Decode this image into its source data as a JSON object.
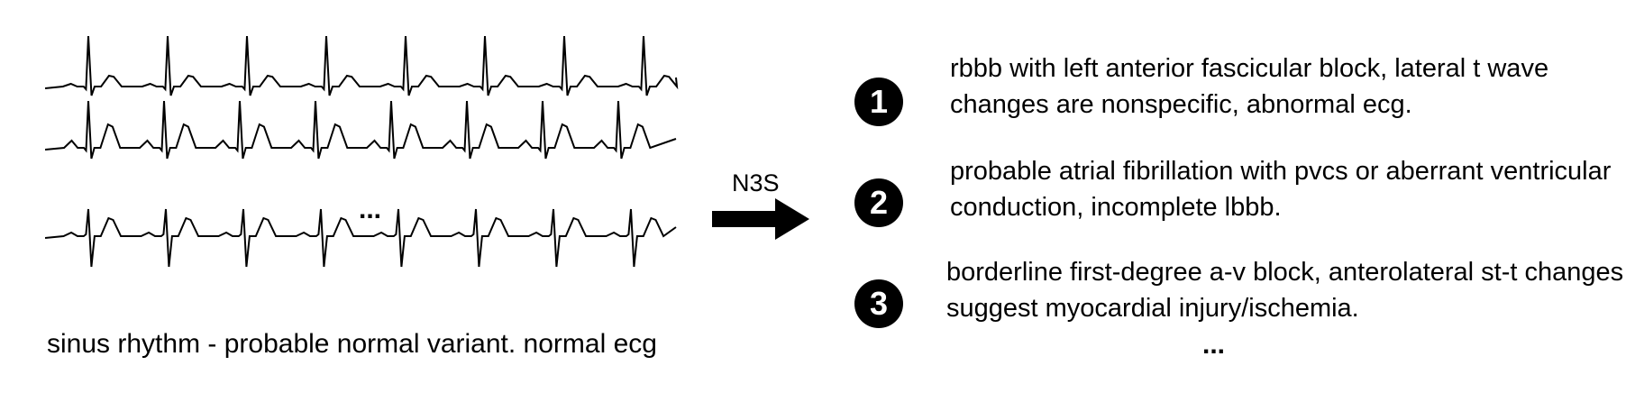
{
  "input": {
    "caption": "sinus rhythm - probable normal variant. normal ecg",
    "ellipsis": "..."
  },
  "arrow": {
    "label": "N3S"
  },
  "outputs": [
    {
      "number": "1",
      "text": "rbbb with left anterior fascicular block, lateral t wave changes are nonspecific, abnormal ecg."
    },
    {
      "number": "2",
      "text": "probable atrial fibrillation with pvcs or aberrant ventricular conduction, incomplete lbbb."
    },
    {
      "number": "3",
      "text": "borderline first-degree a-v block, anterolateral st-t changes suggest myocardial injury/ischemia."
    }
  ],
  "outputs_ellipsis": "..."
}
